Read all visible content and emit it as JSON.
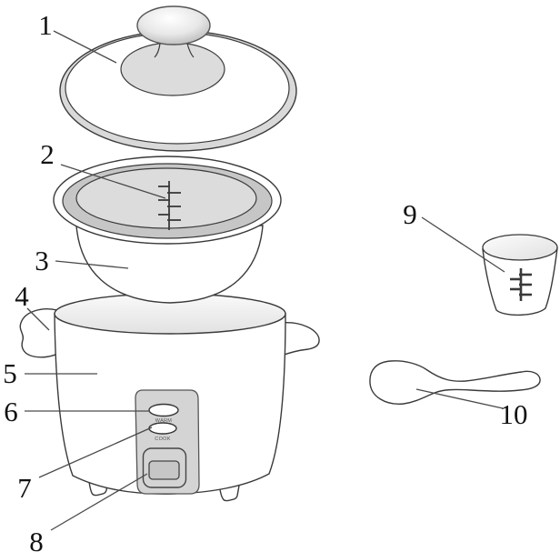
{
  "diagram": {
    "labels": [
      {
        "n": "1"
      },
      {
        "n": "2"
      },
      {
        "n": "3"
      },
      {
        "n": "4"
      },
      {
        "n": "5"
      },
      {
        "n": "6"
      },
      {
        "n": "7"
      },
      {
        "n": "8"
      },
      {
        "n": "9"
      },
      {
        "n": "10"
      }
    ],
    "panel": {
      "warm": "WARM",
      "cook": "COOK"
    }
  },
  "colors": {
    "outline": "#3a3a3a",
    "rim_band": "#c6c6c6",
    "disc_fill": "#dcdcdc",
    "lid_ring": "#d9d9d9",
    "panel_fill": "#d4d4d4",
    "switch_fill": "#c6c6c6",
    "body_top_light": "#f8f8f8",
    "body_top_dark": "#e2e2e2"
  }
}
